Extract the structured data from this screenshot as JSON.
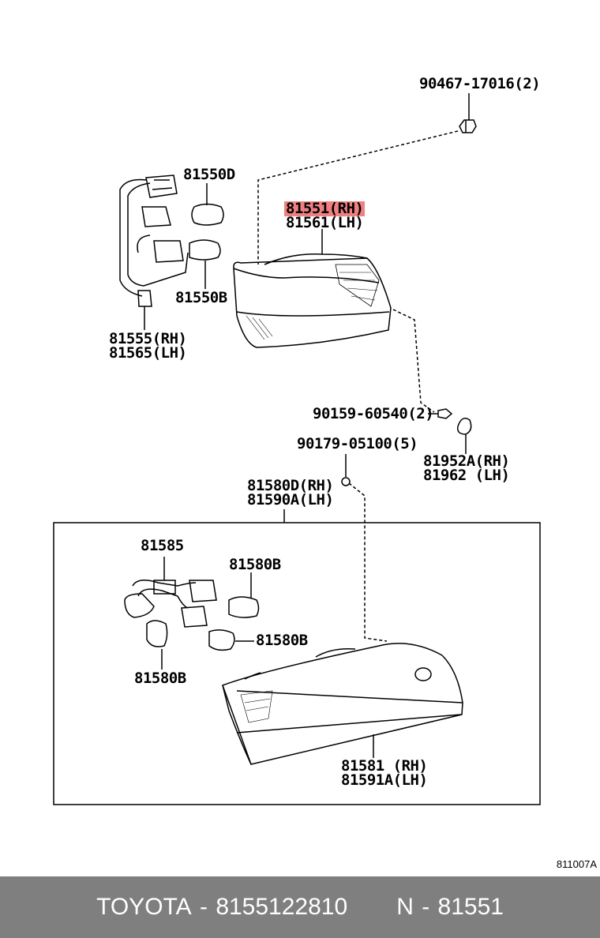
{
  "labels": {
    "bolt_top": "90467-17016(2)",
    "bulb_d": "81550D",
    "lens_rh": "81551(RH)",
    "lens_lh": "81561(LH)",
    "bulb_b_top": "81550B",
    "socket_rh": "81555(RH)",
    "socket_lh": "81565(LH)",
    "screw": "90159-60540(2)",
    "clip": "90179-05100(5)",
    "grommet_rh": "81952A(RH)",
    "grommet_lh": "81962 (LH)",
    "lamp_rh": "81580D(RH)",
    "lamp_lh": "81590A(LH)",
    "harness": "81585",
    "bulb_b_1": "81580B",
    "bulb_b_2": "81580B",
    "bulb_b_3": "81580B",
    "lens2_rh": "81581 (RH)",
    "lens2_lh": "81591A(LH)"
  },
  "ref_code": "811007A",
  "footer": {
    "brand": "TOYOTA",
    "part_number": "8155122810",
    "ref": "N - 81551"
  },
  "highlight_color": "#f08080"
}
